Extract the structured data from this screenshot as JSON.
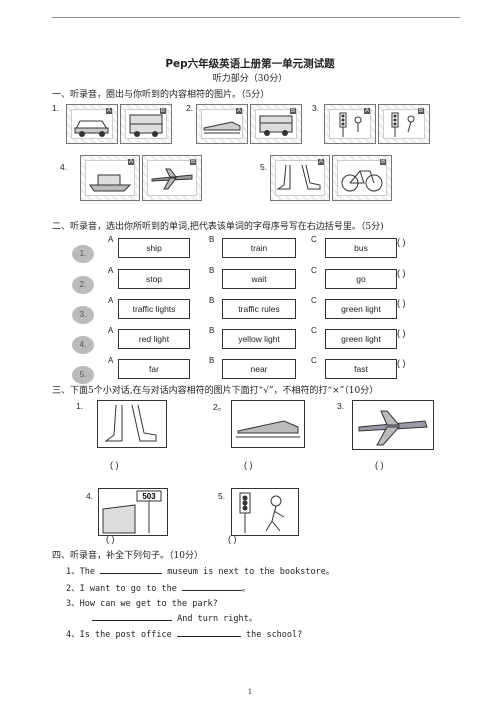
{
  "header": {
    "title": "Pep六年级英语上册第一单元测试题",
    "subtitle": "听力部分（30分）"
  },
  "section1": {
    "instruction": "一、听录音，圈出与你听到的内容相符的图片。（5分）",
    "items": [
      {
        "num": "1.",
        "labels": [
          "A",
          "B"
        ]
      },
      {
        "num": "2.",
        "labels": [
          "A",
          "B"
        ]
      },
      {
        "num": "3.",
        "labels": [
          "A",
          "B"
        ]
      },
      {
        "num": "4.",
        "labels": [
          "A",
          "B"
        ]
      },
      {
        "num": "5.",
        "labels": [
          "A",
          "B"
        ]
      }
    ]
  },
  "section2": {
    "instruction": "二、听录音，选出你所听到的单词,把代表该单词的字母序号写在右边括号里。（5分)",
    "rows": [
      {
        "num": "1.",
        "a": "ship",
        "b": "train",
        "c": "bus"
      },
      {
        "num": "2.",
        "a": "stop",
        "b": "wait",
        "c": "go"
      },
      {
        "num": "3.",
        "a": "traffic lights",
        "b": "traffic rules",
        "c": "green light"
      },
      {
        "num": "4.",
        "a": "red light",
        "b": "yellow light",
        "c": "green light"
      },
      {
        "num": "5.",
        "a": "far",
        "b": "near",
        "c": "fast"
      }
    ],
    "letters": {
      "a": "A",
      "b": "B",
      "c": "C"
    },
    "paren": "(        )"
  },
  "section3": {
    "instruction": "三、下面5个小对话,在与对话内容相符的图片下面打“√”，不相符的打“×”（10分）",
    "items": [
      {
        "num": "1.",
        "paren": "(          )"
      },
      {
        "num": "2。",
        "paren": "(          )"
      },
      {
        "num": "3.",
        "paren": "(          )"
      },
      {
        "num": "4.",
        "paren": "(          )"
      },
      {
        "num": "5.",
        "paren": "(          )"
      }
    ],
    "sign_number": "503"
  },
  "section4": {
    "instruction": "四、听录音，补全下列句子。（10分）",
    "sentences": [
      {
        "pre": "1、The ",
        "post": " museum is next to the bookstore。"
      },
      {
        "pre": "2、I want to go to the ",
        "post": "。"
      },
      {
        "pre": "3、How can we get to the park?",
        "post": ""
      },
      {
        "pre": "",
        "post": " And turn right。"
      },
      {
        "pre": "4、Is the post office ",
        "post": " the school?"
      }
    ]
  },
  "footer": {
    "page": "1"
  }
}
